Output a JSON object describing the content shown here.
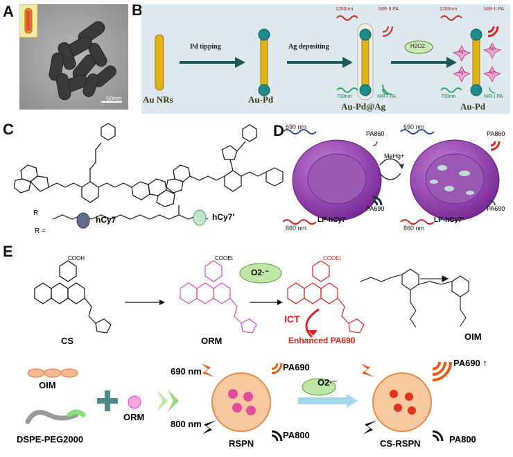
{
  "panels": {
    "A": {
      "letter": "A",
      "scale_bar": "50nm"
    },
    "B": {
      "letter": "B",
      "labels": [
        "Au NRs",
        "Au-Pd",
        "Au-Pd@Ag",
        "Au-Pd"
      ],
      "arrows": [
        "Pd tipping",
        "Ag depositing",
        "H2O2"
      ],
      "light_labels": {
        "in_1260": "1260nm",
        "in_700": "700nm",
        "nir2": "NIR-II PA",
        "nir1": "NIR-I PA"
      },
      "ag_ion": "Ag+"
    },
    "C": {
      "letter": "C",
      "names": [
        "hCy7",
        "hCy7'"
      ],
      "r_label": "R",
      "r_eq": "R ="
    },
    "D": {
      "letter": "D",
      "labels": [
        "LP-hCy7",
        "LP-hCy7'"
      ],
      "reagent": "MeHg+",
      "wavelengths": [
        "690 nm",
        "860 nm",
        "690 nm",
        "860 nm"
      ],
      "pa": [
        "PA860",
        "PA690",
        "PA860",
        "PA690"
      ]
    },
    "E": {
      "letter": "E",
      "molecules": [
        "CS",
        "ORM",
        "OIM"
      ],
      "cooh": "COOH",
      "cooet": "COOEt",
      "superoxide": "O2·⁻",
      "ict": "ICT",
      "enhanced": "Enhanced PA690",
      "bottom": {
        "oim": "OIM",
        "orm": "ORM",
        "dspe": "DSPE-PEG2000",
        "rspn": "RSPN",
        "cs_rspn": "CS-RSPN",
        "nm690": "690 nm",
        "nm800": "800 nm",
        "pa690": "PA690",
        "pa800": "PA800",
        "pa690_up": "PA690 ↑",
        "pa800_b": "PA800"
      }
    }
  },
  "colors": {
    "gold": "#e0b21a",
    "teal": "#1f8a8a",
    "purple": "#8a2fae",
    "red": "#d9231f",
    "panelB_bg": "#dde9ee"
  }
}
